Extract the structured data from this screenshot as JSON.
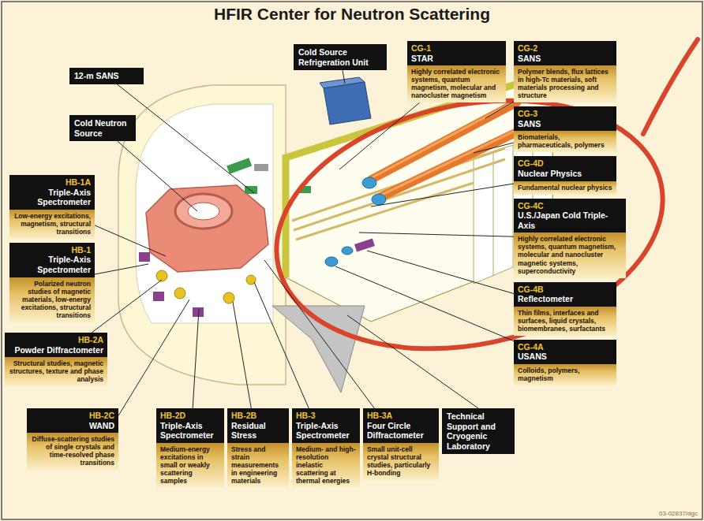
{
  "diagram": {
    "title": "HFIR Center for Neutron Scattering",
    "nodes": [
      {
        "text": [
          "Cold Source Refrigeration Unit"
        ]
      },
      {
        "text": [
          "CG-1",
          "STAR",
          "Highly correlated electronic systems, quantum magnetism, molecular and nanocluster magnetism"
        ]
      },
      {
        "text": [
          "CG-2",
          "SANS",
          "Polymer blends, flux lattices in high-Tc materials, soft materials processing and structure"
        ]
      },
      {
        "text": [
          "12-m SANS"
        ]
      },
      {
        "text": [
          "CG-3",
          "SANS",
          "Biomaterials, pharmaceuticals, polymers"
        ]
      },
      {
        "text": [
          "Cold Neutron Source"
        ]
      },
      {
        "text": [
          "CG-4D",
          "Nuclear Physics",
          "Fundamental nuclear physics"
        ]
      },
      {
        "text": [
          "HB-1A",
          "Triple-Axis Spectrometer",
          "Low-energy excitations, magnetism, structural transitions"
        ]
      },
      {
        "text": [
          "CG-4C",
          "U.S./Japan Cold Triple-Axis",
          "Highly correlated electronic systems, quantum magnetism, molecular and nanocluster magnetic systems, superconductivity"
        ]
      },
      {
        "text": [
          "HB-1",
          "Triple-Axis Spectrometer",
          "Polarized neutron studies of magnetic materials, low-energy excitations, structural transitions"
        ]
      },
      {
        "text": [
          "CG-4B",
          "Reflectometer",
          "Thin films, interfaces and surfaces, liquid crystals, biomembranes, surfactants"
        ]
      },
      {
        "text": [
          "HB-2A",
          "Powder Diffractometer",
          "Structural studies, magnetic structures, texture and phase analysis"
        ]
      },
      {
        "text": [
          "CG-4A",
          "USANS",
          "Colloids, polymers, magnetism"
        ]
      },
      {
        "text": [
          "HB-2C",
          "WAND",
          "Diffuse-scattering studies of single crystals and time-resolved phase transitions"
        ]
      },
      {
        "text": [
          "HB-2D",
          "Triple-Axis Spectrometer",
          "Medium-energy excitations in small or weakly scattering samples"
        ]
      },
      {
        "text": [
          "HB-2B",
          "Residual Stress",
          "Stress and strain measurements in engineering materials"
        ]
      },
      {
        "text": [
          "HB-3",
          "Triple-Axis Spectrometer",
          "Medium- and high-resolution inelastic scattering at thermal energies"
        ]
      },
      {
        "text": [
          "HB-3A",
          "Four Circle Diffractometer",
          "Small unit-cell crystal structural studies, particularly H-bonding"
        ]
      },
      {
        "text": [
          "Technical Support and Cryogenic Laboratory"
        ]
      }
    ],
    "labels": [
      "03-02837/dgc"
    ]
  }
}
